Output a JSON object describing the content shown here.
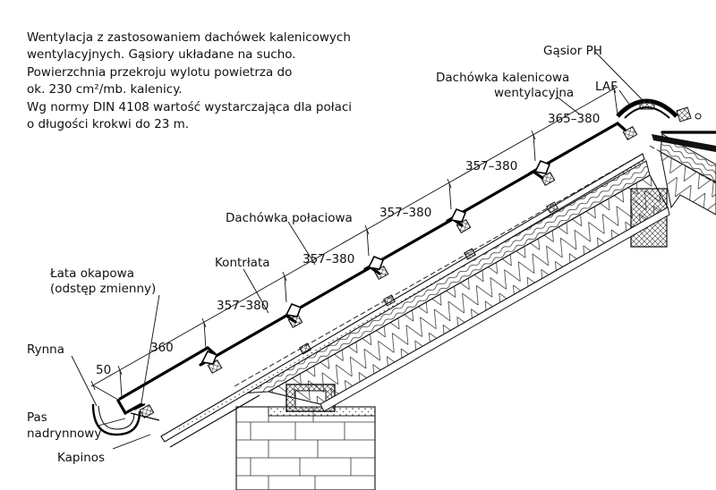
{
  "description_lines": [
    "Wentylacja z zastosowaniem dachówek kalenicowych",
    "wentylacyjnych. Gąsiory układane na sucho.",
    "Powierzchnia przekroju wylotu powietrza do",
    "ok. 230 cm²/mb. kalenicy.",
    "Wg normy DIN 4108 wartość wystarczająca dla połaci",
    "o długości krokwi do 23 m."
  ],
  "labels": {
    "gasior": "Gąsior PH",
    "dachowka_kalenicowa_1": "Dachówka kalenicowa",
    "dachowka_kalenicowa_2": "wentylacyjna",
    "laf": "LAF",
    "dachowka_polaciowa": "Dachówka połaciowa",
    "kontrlata": "Kontrłata",
    "lata_okapowa_1": "Łata okapowa",
    "lata_okapowa_2": "(odstęp zmienny)",
    "rynna": "Rynna",
    "pas_1": "Pas",
    "pas_2": "nadrynnowy",
    "kapinos": "Kapinos"
  },
  "dimensions": {
    "d_ridge": "365–380",
    "d_a": "357–380",
    "d_b": "357–380",
    "d_c": "357–380",
    "d_d": "357–380",
    "d_first": "360",
    "d_overhang": "50"
  }
}
